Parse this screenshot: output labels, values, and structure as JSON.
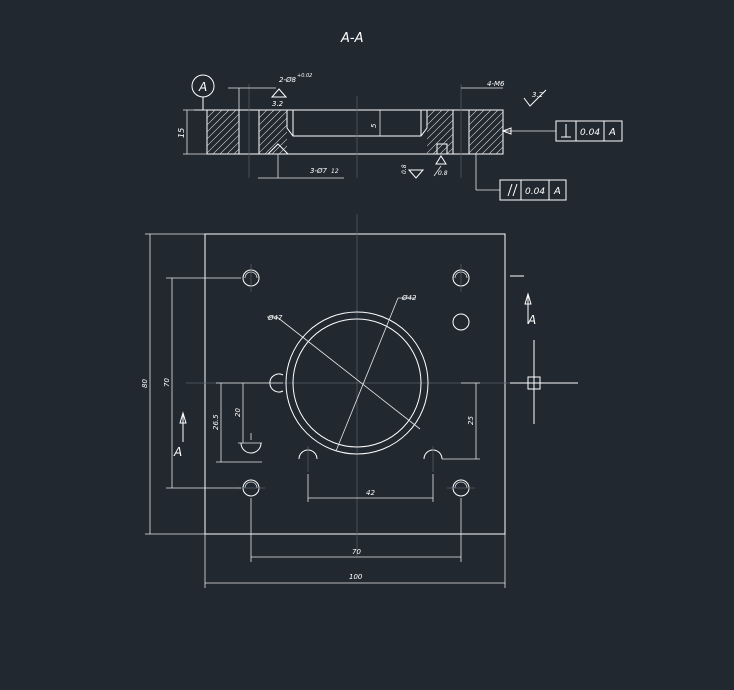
{
  "colors": {
    "background": "#212830",
    "line": "#ffffff",
    "centerline": "#565f68"
  },
  "section": {
    "title": "A-A",
    "datum_label": "A",
    "callout_holes_2": "2-Ø8",
    "callout_holes_2_tol": "+0.02",
    "callout_holes_4": "4-M6",
    "callout_holes_3": "3-Ø7",
    "callout_holes_3_suffix": "12",
    "dim_thickness": "15",
    "dim_pocket_depth": "5",
    "roughness_top": "3.2",
    "roughness_hole": "3.2",
    "roughness_bottom": "0.8",
    "roughness_bottom2": "0.8",
    "tol_perp_value": "0.04",
    "tol_perp_datum": "A",
    "tol_par_value": "0.04",
    "tol_par_datum": "A"
  },
  "plan": {
    "dim_outer_height": "80",
    "dim_hole_span_v": "70",
    "dim_26_5": "26.5",
    "dim_20": "20",
    "dim_25": "25",
    "dim_42": "42",
    "dim_70": "70",
    "dim_80": "100",
    "dia_inner": "Ø47",
    "dia_outer": "Ø42",
    "view_arrow_right": "A",
    "view_arrow_left": "A"
  }
}
